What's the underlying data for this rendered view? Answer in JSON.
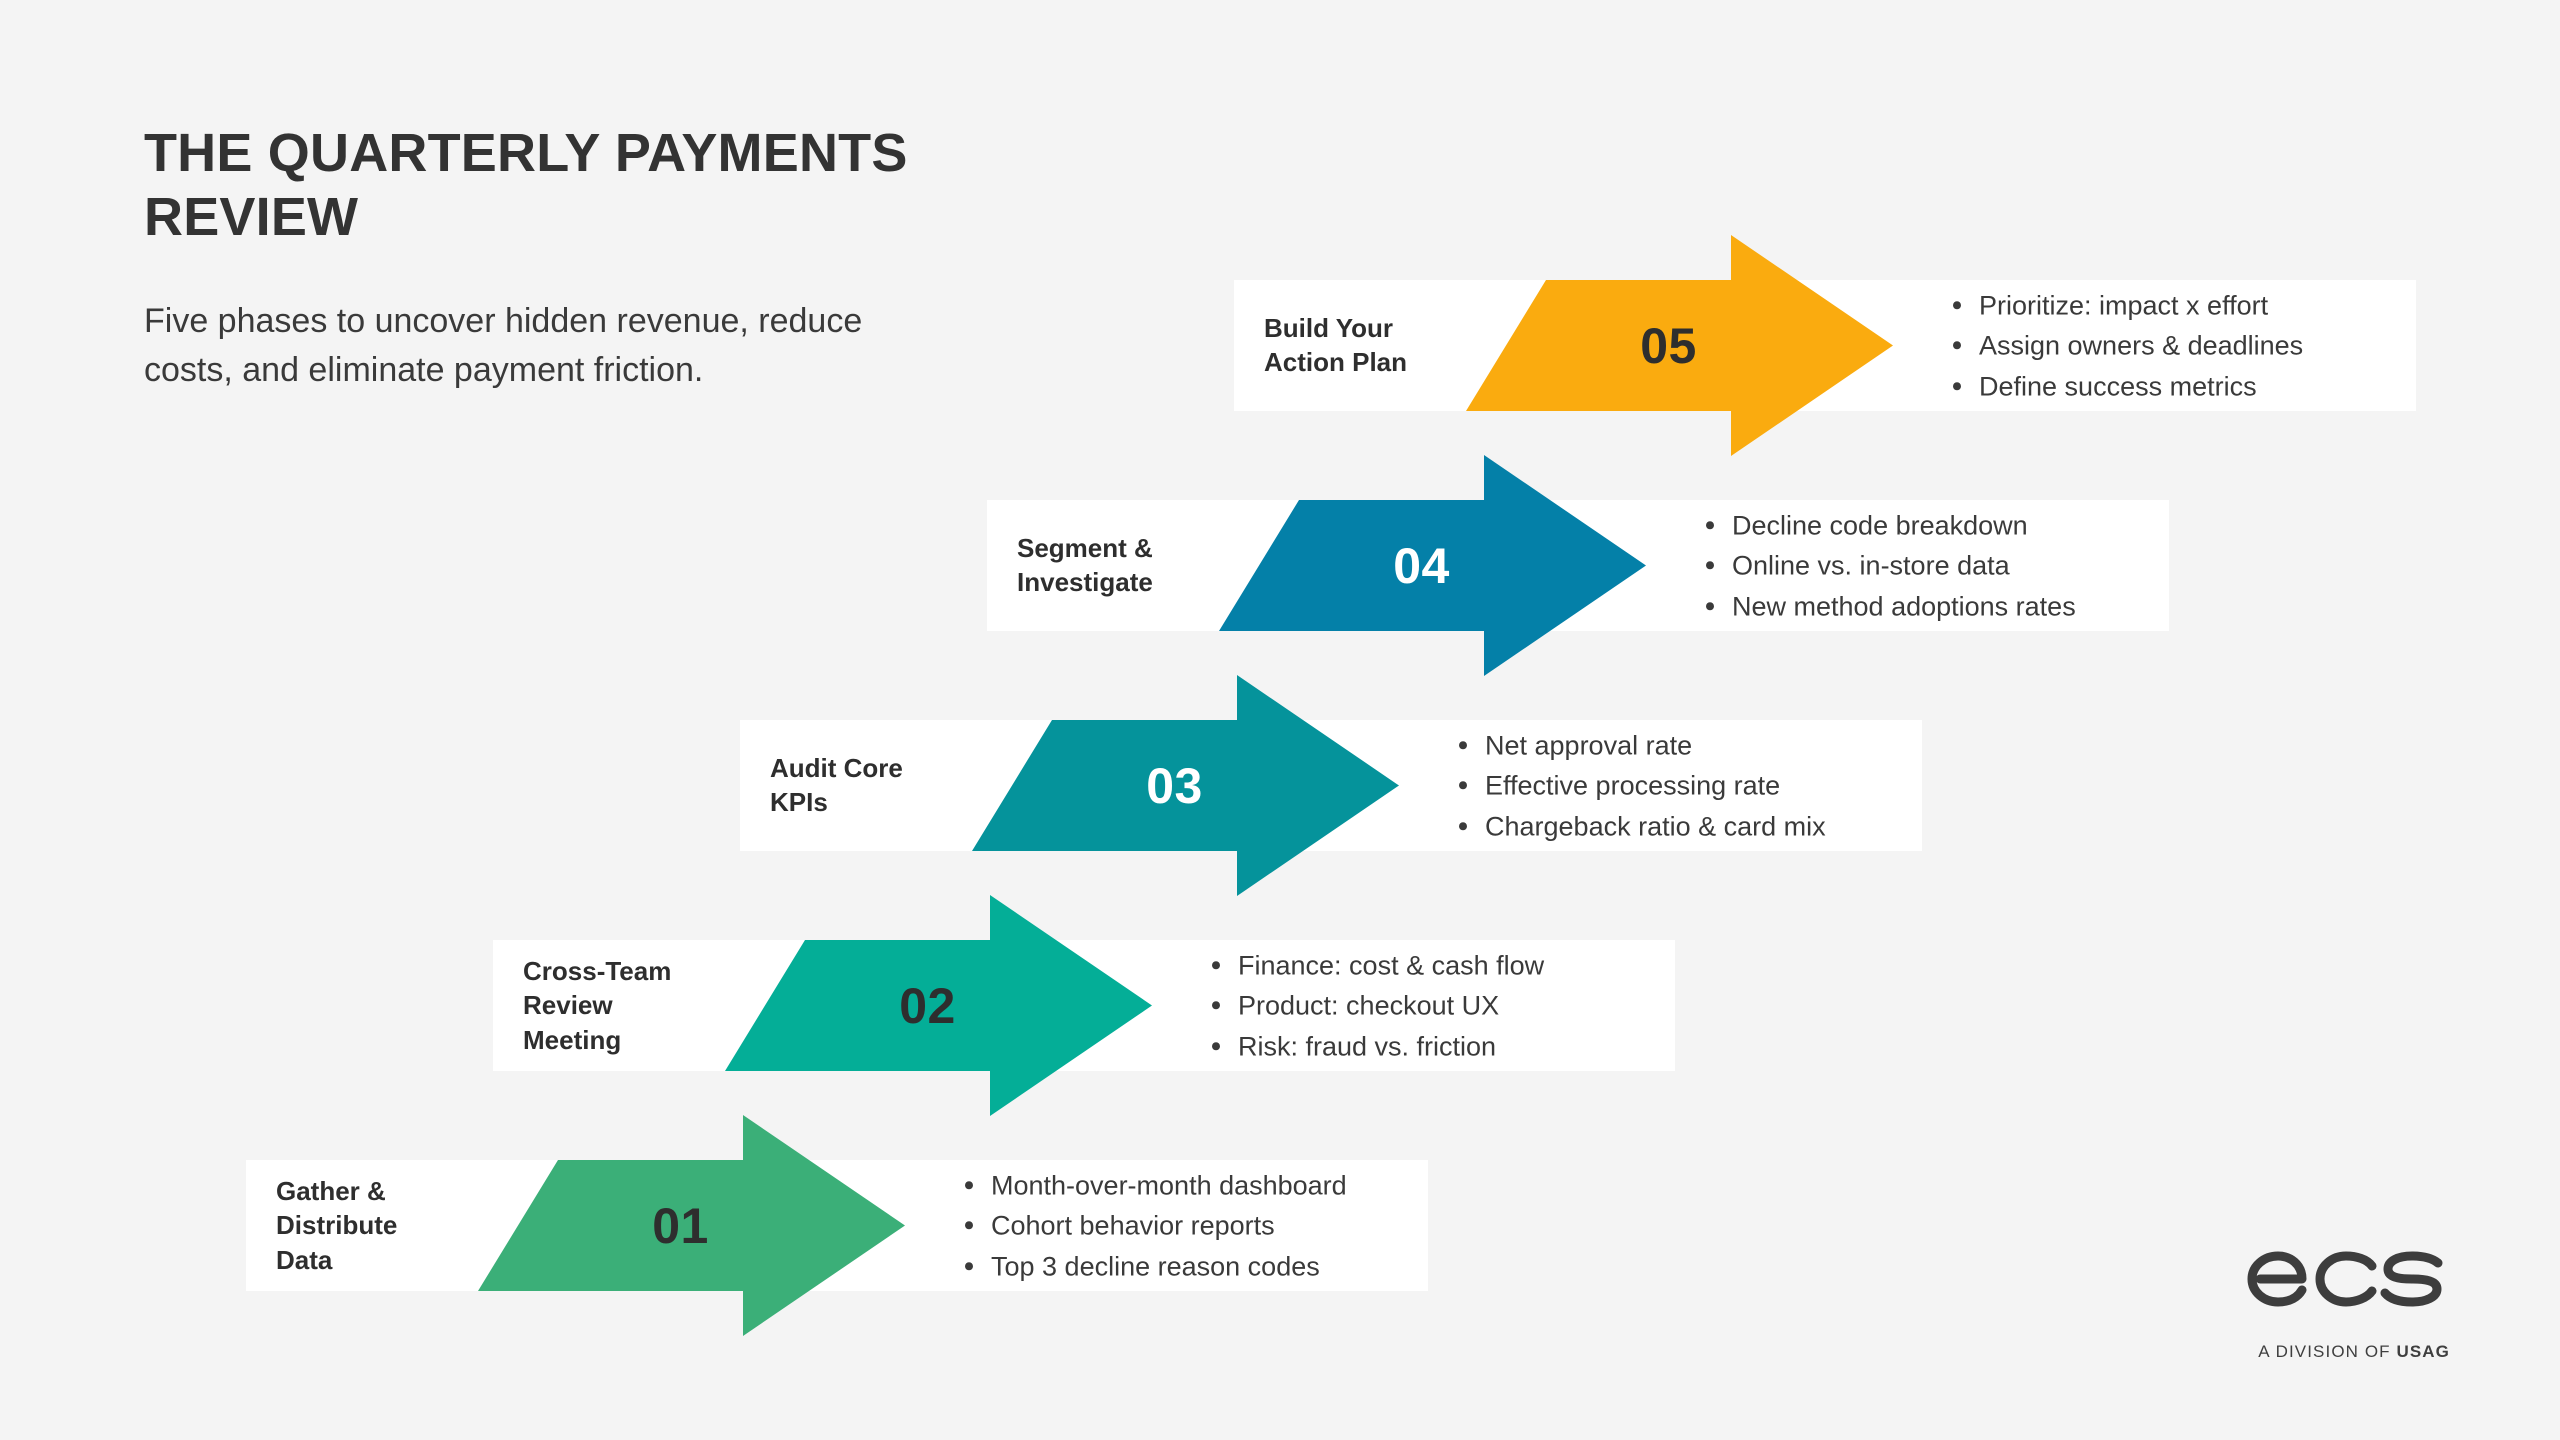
{
  "page": {
    "background_color": "#f4f4f4",
    "title": "THE QUARTERLY PAYMENTS\nREVIEW",
    "subtitle": "Five phases to uncover hidden revenue, reduce\ncosts, and eliminate payment friction."
  },
  "steps": [
    {
      "number": "05",
      "label": "Build Your\nAction Plan",
      "color": "#faab0f",
      "number_color": "#2e2e2e",
      "bullets": [
        "Prioritize: impact x effort",
        "Assign owners & deadlines",
        "Define success metrics"
      ]
    },
    {
      "number": "04",
      "label": "Segment &\nInvestigate",
      "color": "#0480a8",
      "number_color": "#ffffff",
      "bullets": [
        "Decline code breakdown",
        "Online vs. in-store data",
        "New method adoptions rates"
      ]
    },
    {
      "number": "03",
      "label": "Audit Core\nKPIs",
      "color": "#05939b",
      "number_color": "#ffffff",
      "bullets": [
        "Net approval rate",
        "Effective processing rate",
        "Chargeback ratio & card mix"
      ]
    },
    {
      "number": "02",
      "label": "Cross-Team\nReview Meeting",
      "color": "#04ae97",
      "number_color": "#2e2e2e",
      "bullets": [
        "Finance: cost & cash flow",
        "Product: checkout UX",
        "Risk: fraud vs. friction"
      ]
    },
    {
      "number": "01",
      "label": "Gather &\nDistribute\nData",
      "color": "#3baf78",
      "number_color": "#2e2e2e",
      "bullets": [
        "Month-over-month dashboard",
        "Cohort behavior reports",
        "Top 3 decline reason codes"
      ]
    }
  ],
  "logo": {
    "name": "ecs",
    "tagline_prefix": "A DIVISION OF ",
    "tagline_brand": "USAG"
  }
}
